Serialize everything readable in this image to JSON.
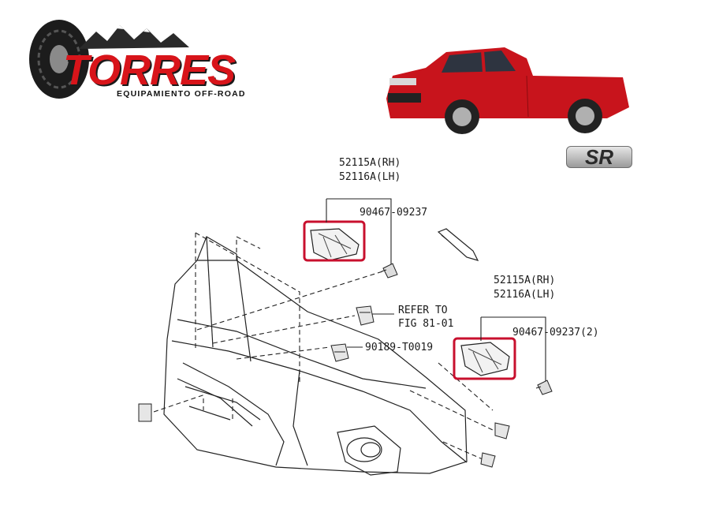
{
  "brand": {
    "name": "TORRES",
    "tagline": "EQUIPAMIENTO OFF-ROAD",
    "accent_color": "#d8141a"
  },
  "badge": {
    "text": "SR"
  },
  "vehicle_image": {
    "icon": "red-pickup-truck-icon",
    "color": "#c8141c"
  },
  "callouts": {
    "top_part_rh": "52115A(RH)",
    "top_part_lh": "52116A(LH)",
    "top_screw": "90467-09237",
    "refer_line1": "REFER TO",
    "refer_line2": "FIG 81-01",
    "clip": "90189-T0019",
    "right_part_rh": "52115A(RH)",
    "right_part_lh": "52116A(LH)",
    "right_screw": "90467-09237(2)"
  },
  "highlight_color": "#c8102e"
}
